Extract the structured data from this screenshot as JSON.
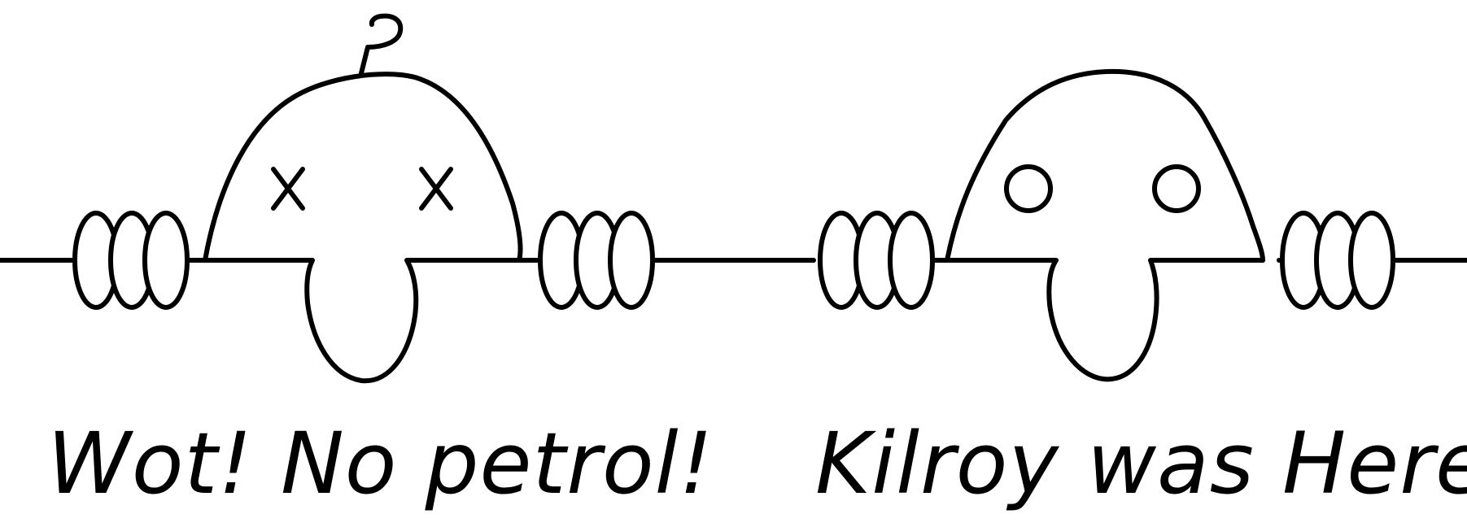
{
  "panels": [
    {
      "caption": "Wot! No petrol!",
      "figure": "chad",
      "eyes": "x-eyes"
    },
    {
      "caption": "Kilroy was Here",
      "figure": "kilroy",
      "eyes": "round-eyes"
    }
  ],
  "colors": {
    "ink": "#000000",
    "paper": "#ffffff"
  }
}
